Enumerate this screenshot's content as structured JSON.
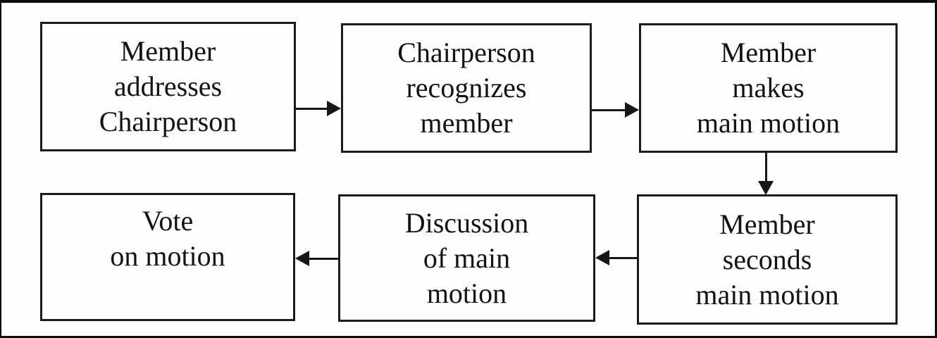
{
  "diagram": {
    "type": "flowchart",
    "background_color": "#fefefe",
    "line_color": "#161616",
    "text_color": "#131313",
    "nodes": [
      {
        "id": "member-addresses-chairperson",
        "label": "Member\naddresses\nChairperson"
      },
      {
        "id": "chairperson-recognizes-member",
        "label": "Chairperson\nrecognizes\nmember"
      },
      {
        "id": "member-makes-main-motion",
        "label": "Member\nmakes\nmain motion"
      },
      {
        "id": "member-seconds-main-motion",
        "label": "Member\nseconds\nmain motion"
      },
      {
        "id": "discussion-of-main-motion",
        "label": "Discussion\nof main\nmotion"
      },
      {
        "id": "vote-on-motion",
        "label": "Vote\non motion"
      }
    ],
    "connections": [
      {
        "from": "member-addresses-chairperson",
        "to": "chairperson-recognizes-member",
        "direction": "right"
      },
      {
        "from": "chairperson-recognizes-member",
        "to": "member-makes-main-motion",
        "direction": "right"
      },
      {
        "from": "member-makes-main-motion",
        "to": "member-seconds-main-motion",
        "direction": "down"
      },
      {
        "from": "member-seconds-main-motion",
        "to": "discussion-of-main-motion",
        "direction": "left"
      },
      {
        "from": "discussion-of-main-motion",
        "to": "vote-on-motion",
        "direction": "left"
      }
    ]
  }
}
